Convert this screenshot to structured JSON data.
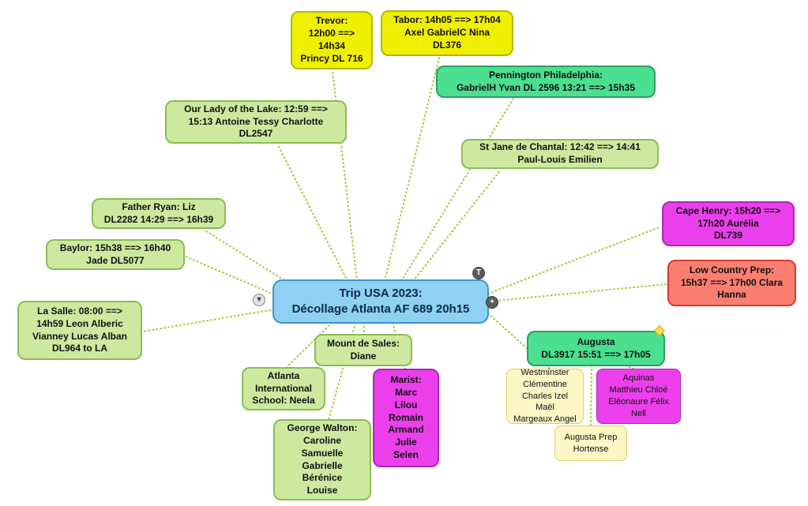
{
  "diagram": {
    "type": "mindmap",
    "central": {
      "text": "Trip USA 2023:\nDécollage Atlanta AF 689 20h15"
    },
    "nodes": {
      "trevor": {
        "text": "Trevor:\n12h00 ==>\n14h34\nPrincy DL 716"
      },
      "tabor": {
        "text": "Tabor: 14h05 ==> 17h04\nAxel GabrielC Nina\nDL376"
      },
      "pennington": {
        "text": "Pennington Philadelphia:\nGabrielH Yvan DL 2596 13:21 ==> 15h35"
      },
      "our_lady": {
        "text": "Our Lady of the Lake: 12:59 ==>\n15:13 Antoine Tessy Charlotte\nDL2547"
      },
      "st_jane": {
        "text": "St Jane de Chantal: 12:42 ==> 14:41\nPaul-Louis Emilien"
      },
      "father_ryan": {
        "text": "Father Ryan: Liz\nDL2282 14:29 ==> 16h39"
      },
      "cape_henry": {
        "text": "Cape Henry: 15h20 ==>\n17h20 Aurélia\nDL739"
      },
      "baylor": {
        "text": "Baylor: 15h38 ==> 16h40\nJade DL5077"
      },
      "low_country": {
        "text": "Low Country Prep:\n15h37 ==> 17h00 Clara\nHanna"
      },
      "la_salle": {
        "text": "La Salle: 08:00 ==>\n14h59 Leon Alberic\nVianney Lucas Alban\nDL964 to LA"
      },
      "mount_de_sales": {
        "text": "Mount de Sales:\nDiane"
      },
      "augusta": {
        "text": "Augusta\nDL3917 15:51 ==> 17h05"
      },
      "westminster": {
        "text": "Westminster\nClémentine\nCharles Izel Maël\nMargeaux Angel"
      },
      "aquinas": {
        "text": "Aquinas\nMatthieu Chloé\nEléonaure Félix\nNell"
      },
      "augusta_prep": {
        "text": "Augusta Prep\nHortense"
      },
      "atlanta_school": {
        "text": "Atlanta\nInternational\nSchool: Neela"
      },
      "marist": {
        "text": "Marist:\nMarc\nLilou\nRomain\nArmand\nJulie\nSelen"
      },
      "george_walton": {
        "text": "George Walton:\nCaroline\nSamuelle\nGabrielle\nBérénice\nLouise"
      }
    },
    "controls": {
      "collapse_icon": "▾",
      "type_badge": "T",
      "add_icon": "+"
    },
    "colors": {
      "connector": "#9CCB3B",
      "central_bg": "#8ED1F2",
      "central_border": "#3F93C8",
      "yellow_bg": "#EFF000",
      "yellow_border": "#B3B800",
      "light_green_bg": "#CDE9A0",
      "light_green_border": "#8CBB55",
      "emerald_bg": "#4BE08F",
      "emerald_border": "#2E9E62",
      "magenta_bg": "#EC3FEC",
      "magenta_border": "#A32BB5",
      "red_bg": "#FB7E70",
      "red_border": "#D63A2E",
      "pale_yellow_bg": "#FDF6C5",
      "pale_yellow_border": "#E6C96B"
    }
  }
}
